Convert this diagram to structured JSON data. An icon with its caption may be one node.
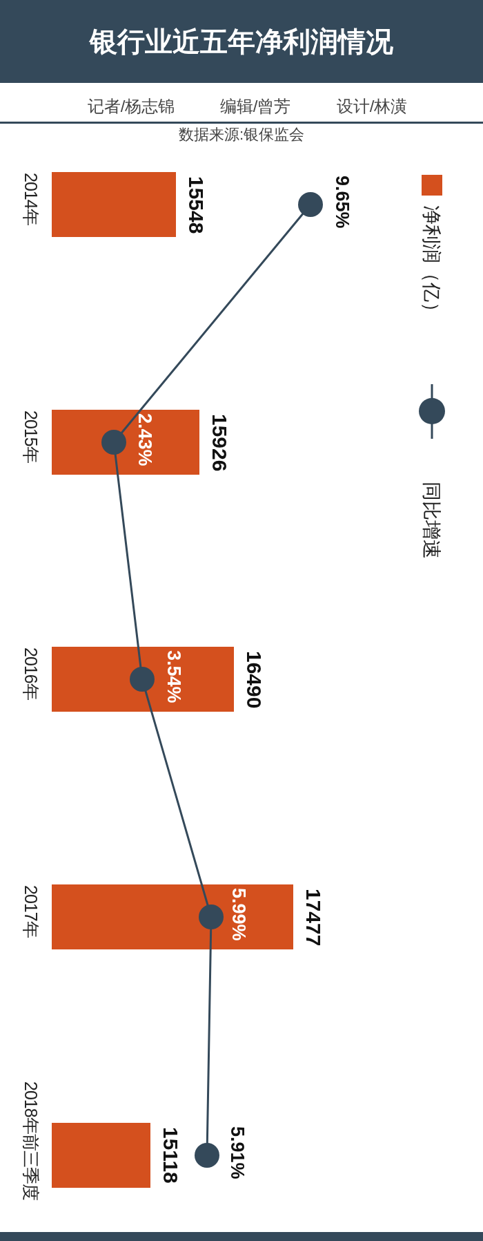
{
  "diagram": {
    "title": "银行业近五年净利润情况",
    "labels": [
      "记者/杨志锦",
      "编辑/曾芳",
      "设计/林潢",
      "数据来源:银保监会",
      "2014年",
      "15548",
      "9.65%",
      "2015年",
      "15926",
      "2.43%",
      "2016年",
      "16490",
      "3.54%",
      "2017年",
      "17477",
      "5.99%",
      "2018年前三季度",
      "15118",
      "5.91%"
    ],
    "legend": [
      {
        "text": "净利润（亿）",
        "color": "#d4501e"
      },
      {
        "text": "同比增速"
      }
    ]
  }
}
